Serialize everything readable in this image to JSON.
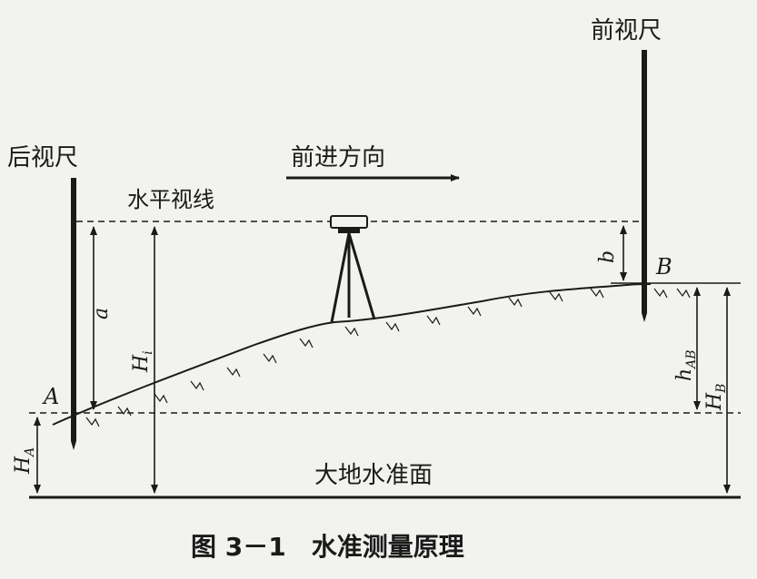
{
  "labels": {
    "back_staff": "后视尺",
    "front_staff": "前视尺",
    "direction": "前进方向",
    "horizontal_sight": "水平视线",
    "datum": "大地水准面",
    "caption": "图 3－1　水准测量原理"
  },
  "symbols": {
    "point_a": "A",
    "point_b": "B",
    "reading_a": "a",
    "reading_b": "b",
    "height_i": "H",
    "height_i_sub": "i",
    "height_ab": "h",
    "height_ab_sub": "AB",
    "height_a": "H",
    "height_a_sub": "A",
    "height_b": "H",
    "height_b_sub": "B"
  },
  "colors": {
    "ink": "#1a1a1a",
    "paper": "#f2f2ef"
  }
}
